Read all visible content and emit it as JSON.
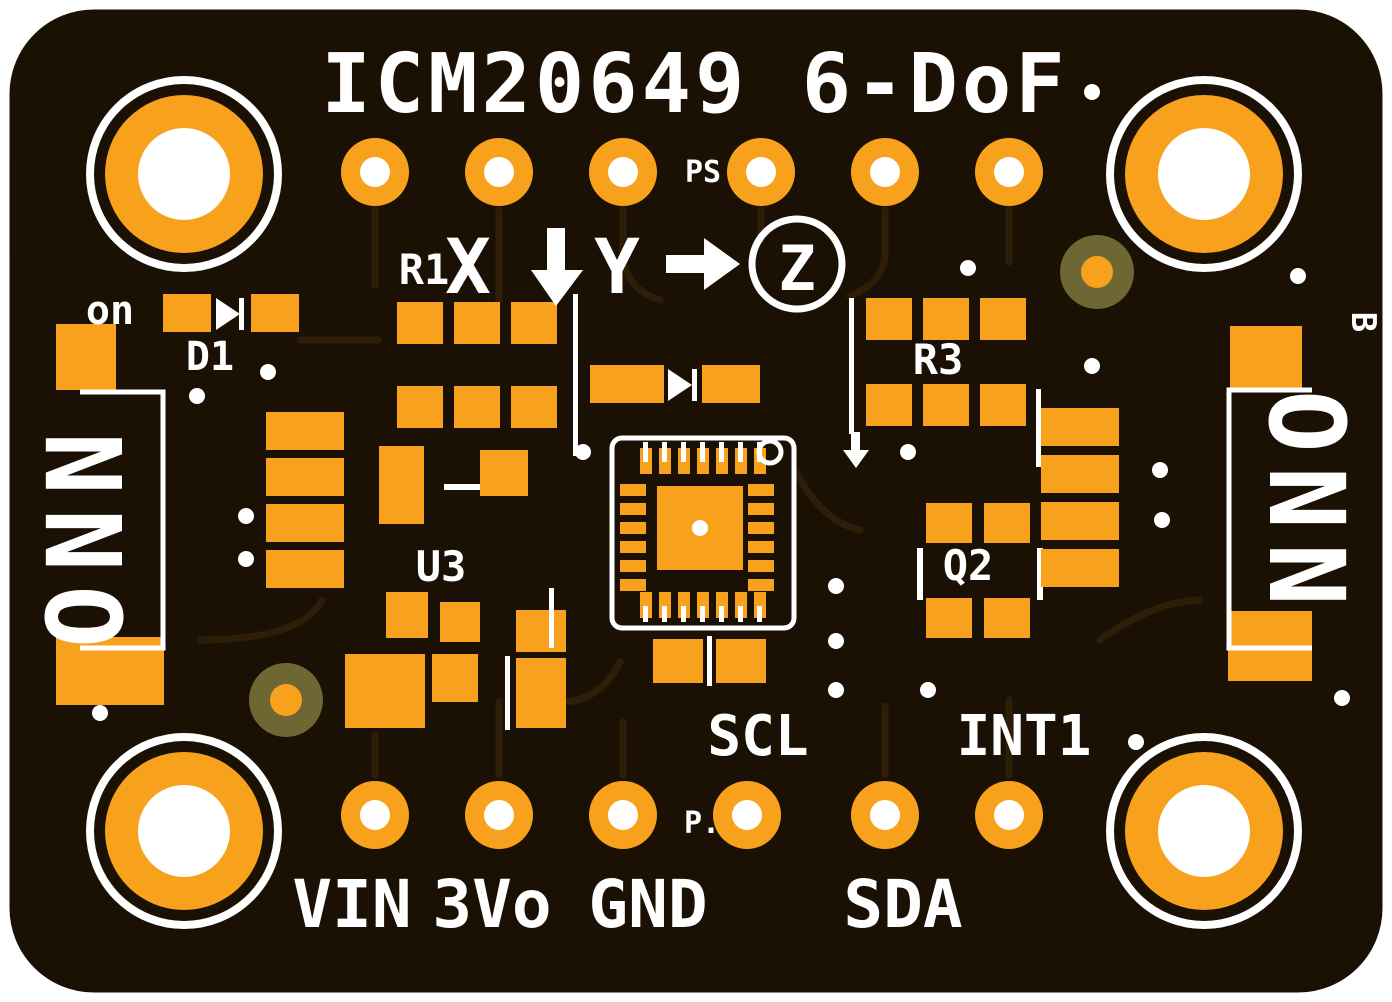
{
  "colors": {
    "background": "#ffffff",
    "board": "#1a1104",
    "copper": "#f7a11c",
    "silkscreen": "#ffffff",
    "fiducial": "#6e6733",
    "trace": "#2e1e08"
  },
  "silkscreen": {
    "title": "ICM20649 6-DoF",
    "axis_x": "X",
    "axis_y": "Y",
    "axis_z": "Z",
    "scl": "SCL",
    "int1": "INT1",
    "vin": "VIN",
    "threevo": "3Vo",
    "gnd": "GND",
    "sda": "SDA",
    "r1": "R1",
    "r3": "R3",
    "u3": "U3",
    "q2": "Q2",
    "d1": "D1",
    "on": "on",
    "ps": "PS",
    "p": "P.",
    "b": "B",
    "conn_left": "ONN",
    "conn_right": "ONN"
  }
}
